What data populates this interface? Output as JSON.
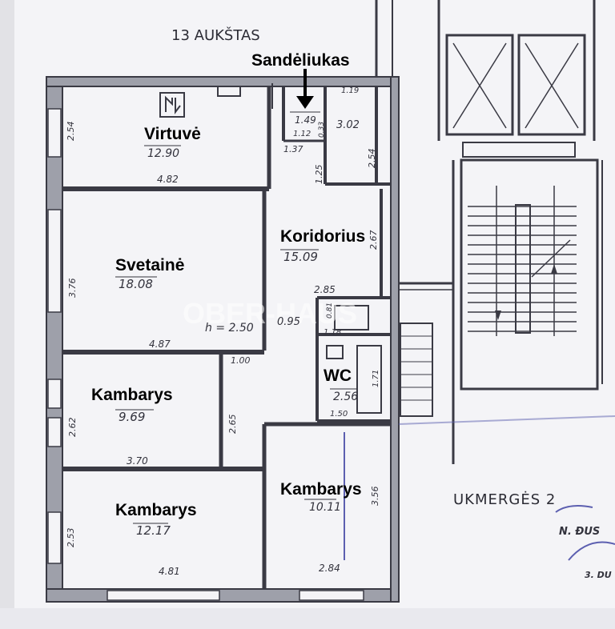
{
  "floor_title": "13 AUKŠTAS",
  "street_text": "UKMERGĖS 2",
  "watermark": "OBER-HAUS",
  "stamp_text": "N. ĐUS",
  "stamp_text_2": "3. DU",
  "storage_label": "Sandėliukas",
  "rooms": [
    {
      "label": "Virtuvė",
      "area": "12.90"
    },
    {
      "label": "Svetainė",
      "area": "18.08"
    },
    {
      "label": "Koridorius",
      "area": "15.09"
    },
    {
      "label": "Kambarys",
      "area": "9.69"
    },
    {
      "label": "Kambarys",
      "area": "12.17"
    },
    {
      "label": "Kambarys",
      "area": "10.11"
    },
    {
      "label": "WC",
      "area": "2.56"
    }
  ],
  "small_areas": [
    "1.49",
    "3.02",
    "0.95"
  ],
  "dims": [
    "2.54",
    "4.82",
    "1.19",
    "1.12",
    "0.33",
    "1.37",
    "1.25",
    "2.54",
    "2.67",
    "3.76",
    "2.85",
    "0.81",
    "1.18",
    "h = 2.50",
    "4.87",
    "1.00",
    "1.71",
    "2.62",
    "2.65",
    "3.70",
    "1.50",
    "2.53",
    "4.81",
    "3.56",
    "2.84"
  ],
  "colors": {
    "paper": "#f6f6f8",
    "wall": "#3a3a44",
    "ink": "#2b2b34",
    "stamp": "#5c5fb0"
  }
}
